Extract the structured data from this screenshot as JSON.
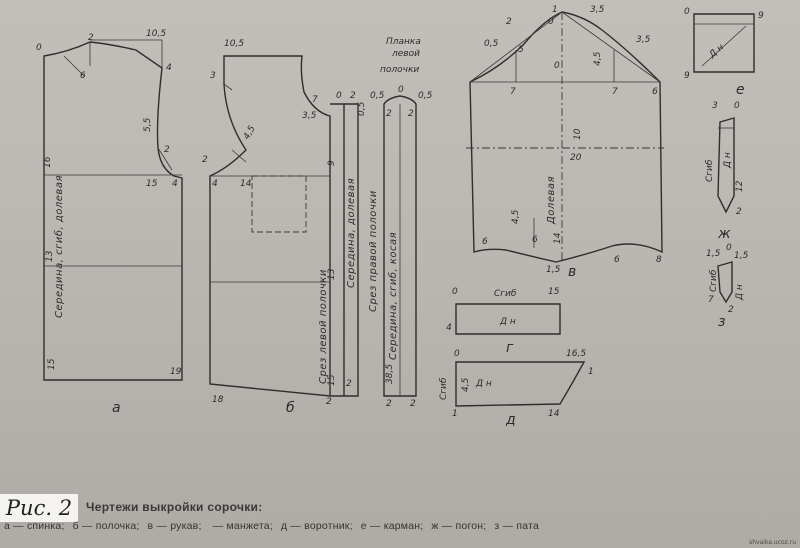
{
  "figure": {
    "label": "Рис. 2",
    "title": "Чертежи выкройки сорочки:",
    "legend": [
      {
        "letter": "а",
        "text": "спинка;"
      },
      {
        "letter": "б",
        "text": "полочка;"
      },
      {
        "letter": "в",
        "text": "рукав;"
      },
      {
        "letter": "",
        "text": "манжета;"
      },
      {
        "letter": "д",
        "text": "воротник;"
      },
      {
        "letter": "е",
        "text": "карман;"
      },
      {
        "letter": "ж",
        "text": "погон;"
      },
      {
        "letter": "з",
        "text": "пата"
      }
    ],
    "watermark": "shvaika.ucoz.ru"
  },
  "pieces": {
    "back": {
      "letter": "а",
      "labels": {
        "p0": "0",
        "p2": "2",
        "p10_5": "10,5",
        "p4": "4",
        "p6": "6",
        "p5_5": "5,5",
        "p2b": "2",
        "p16": "16",
        "p15": "15",
        "p4b": "4",
        "p15b": "15",
        "p19": "19"
      },
      "edge_text": "Середина, сгиб, долевая",
      "edge_num": "13"
    },
    "front": {
      "letter": "б",
      "labels": {
        "p10_5": "10,5",
        "p3": "3",
        "p7": "7",
        "p0": "0",
        "p2": "2",
        "p3_5": "3,5",
        "p0_5": "0,5",
        "p4_5": "4,5",
        "p2b": "2",
        "p4": "4",
        "p14": "14",
        "p9": "9",
        "p13": "13",
        "p15": "15",
        "p2c": "2",
        "p18": "18",
        "p2d": "2"
      },
      "edge_text1": "Срез левой полочки",
      "edge_text2": "Середина, долевая"
    },
    "placket": {
      "title_line1": "Планка",
      "title_line2": "левой",
      "title_line3": "полочки",
      "labels": {
        "a0_5": "0,5",
        "a0": "0",
        "a0_5b": "0,5",
        "a2": "2",
        "a2b": "2",
        "a38_5": "38,5",
        "a2c": "2",
        "a2d": "2"
      },
      "edge_text1": "Срез правой полочки",
      "edge_text2": "Середина, сгиб, косая"
    },
    "sleeve": {
      "letter": "в",
      "labels": {
        "s1": "1",
        "s0": "0",
        "s3_5a": "3,5",
        "s2": "2",
        "s0_5": "0,5",
        "s5": "5",
        "s7": "7",
        "s0b": "0",
        "s4_5": "4,5",
        "s3_5b": "3,5",
        "s7b": "7",
        "s6": "6",
        "s10": "10",
        "s20": "20",
        "s4_5b": "4,5",
        "s6b": "6",
        "s6c": "6",
        "s1_5": "1,5",
        "s14": "14",
        "s6d": "6",
        "s8": "8"
      },
      "edge_text": "Долевая"
    },
    "cuff": {
      "letter": "г",
      "labels": {
        "c0": "0",
        "c15": "15",
        "c4": "4"
      },
      "top_text": "Сгиб",
      "center_text": "Д н"
    },
    "collar": {
      "letter": "д",
      "labels": {
        "k0": "0",
        "k16_5": "16,5",
        "k1": "1",
        "k4_5": "4,5",
        "k1b": "1",
        "k14": "14"
      },
      "side_text": "Сгиб",
      "center_text": "Д н"
    },
    "pocket": {
      "letter": "е",
      "labels": {
        "e0": "0",
        "e9": "9",
        "e9b": "9"
      },
      "center_text": "Д н"
    },
    "strap": {
      "letter": "ж",
      "labels": {
        "z3": "3",
        "z0": "0",
        "z12": "12",
        "z2": "2"
      },
      "side_text": "Сгиб",
      "center_text": "Д н"
    },
    "flap": {
      "letter": "з",
      "labels": {
        "f1_5": "1,5",
        "f0": "0",
        "f1_5b": "1,5",
        "f7": "7",
        "f2": "2"
      },
      "side_text": "Сгиб",
      "center_text": "Д н"
    }
  }
}
